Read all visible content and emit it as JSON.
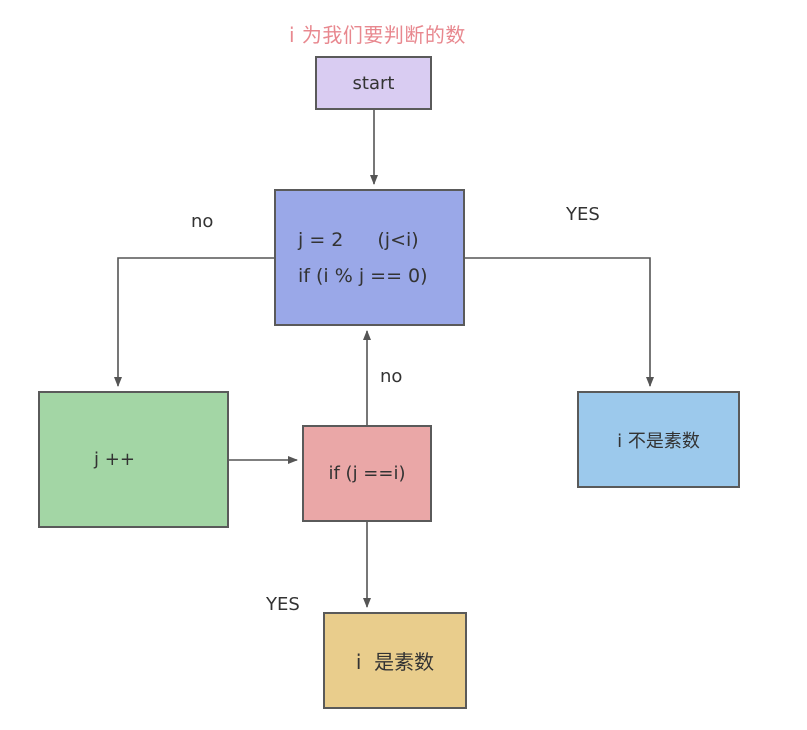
{
  "title": "i 为我们要判断的数",
  "nodes": {
    "start": "start",
    "check_line1": "j = 2",
    "check_cond": "(j<i)",
    "check_line2": "if (i % j == 0)",
    "increment": "j ++",
    "if_equal": "if (j ==i)",
    "not_prime": "i 不是素数",
    "prime": "i  是素数"
  },
  "edges": {
    "no_left": "no",
    "yes_right": "YES",
    "no_up": "no",
    "yes_down": "YES"
  },
  "colors": {
    "start": "#d9ccf2",
    "check": "#9aa8e8",
    "increment": "#a3d6a5",
    "if_equal": "#eaa7a7",
    "not_prime": "#9cc9ec",
    "prime": "#e9cd8c",
    "title": "#e8888f",
    "line": "#555555"
  }
}
